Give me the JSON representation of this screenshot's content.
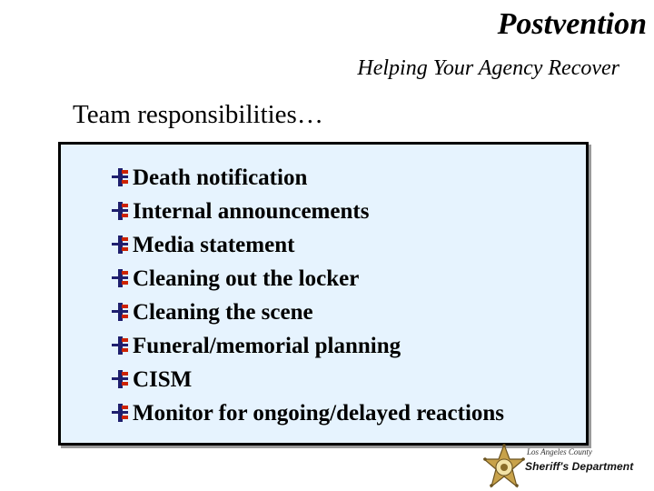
{
  "slide": {
    "title": "Postvention",
    "subtitle": "Helping Your Agency Recover",
    "heading": "Team responsibilities…",
    "items": [
      {
        "label": "Death notification"
      },
      {
        "label": "Internal announcements"
      },
      {
        "label": "Media statement"
      },
      {
        "label": "Cleaning out the locker"
      },
      {
        "label": "Cleaning the scene"
      },
      {
        "label": "Funeral/memorial planning"
      },
      {
        "label": "CISM"
      },
      {
        "label": "Monitor for ongoing/delayed reactions"
      }
    ],
    "logo": {
      "line1": "Los Angeles County",
      "line2": "Sheriff's Department",
      "icon": "sheriff-star-badge-icon"
    }
  },
  "colors": {
    "panel_bg": "#e6f3fe",
    "panel_border": "#000000",
    "bullet_navy": "#1f1f6e",
    "bullet_red": "#cc2200",
    "badge_gold": "#c8a24a"
  }
}
